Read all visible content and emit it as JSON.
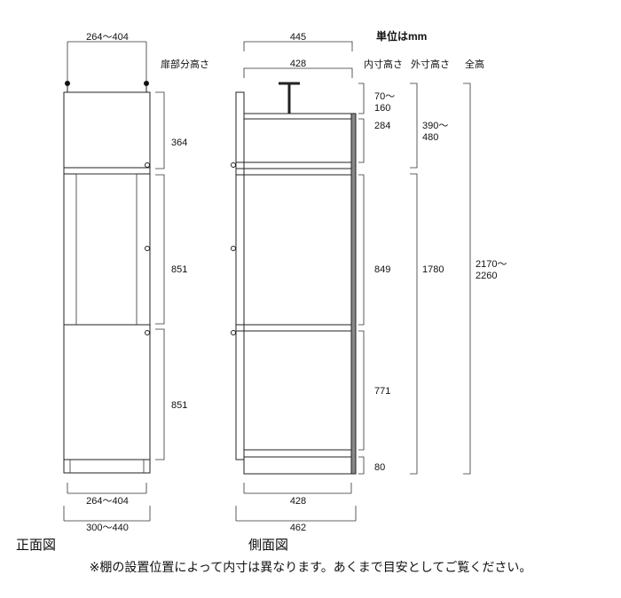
{
  "unit_label": "単位はmm",
  "front_view": {
    "label": "正面図",
    "top_width": "264〜404",
    "inner_width": "264〜404",
    "outer_width": "300〜440",
    "door_heights_header": "扉部分高さ",
    "door_heights": [
      "364",
      "851",
      "851"
    ]
  },
  "side_view": {
    "label": "側面図",
    "top_width_outer": "445",
    "top_width_inner": "428",
    "bottom_width_inner": "428",
    "bottom_width_outer": "462",
    "inner_heights_header": "内寸高さ",
    "inner_heights": [
      "70〜\n160",
      "284",
      "849",
      "771",
      "80"
    ],
    "outer_heights_header": "外寸高さ",
    "outer_heights": [
      "390〜\n480",
      "1780"
    ],
    "total_height_header": "全高",
    "total_height": "2170〜\n2260"
  },
  "note": "※棚の設置位置によって内寸は異なります。あくまで目安としてご覧ください。"
}
